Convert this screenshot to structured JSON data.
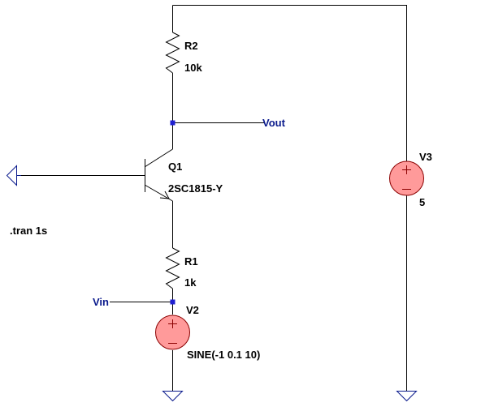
{
  "colors": {
    "wire": "#000000",
    "net_label": "#0a1a8c",
    "junction": "#1f1fd1",
    "source_fill": "#ff9a9a",
    "source_stroke": "#8b0000",
    "ground": "#0a1a8c"
  },
  "components": {
    "r2": {
      "ref": "R2",
      "value": "10k"
    },
    "r1": {
      "ref": "R1",
      "value": "1k"
    },
    "q1": {
      "ref": "Q1",
      "value": "2SC1815-Y"
    },
    "v3": {
      "ref": "V3",
      "value": "5"
    },
    "v2": {
      "ref": "V2",
      "value": "SINE(-1 0.1 10)"
    }
  },
  "nets": {
    "out": "Vout",
    "in": "Vin"
  },
  "directive": ".tran 1s",
  "icons": [
    "resistor-icon",
    "npn-transistor-icon",
    "voltage-source-icon",
    "ground-icon",
    "input-port-icon"
  ]
}
